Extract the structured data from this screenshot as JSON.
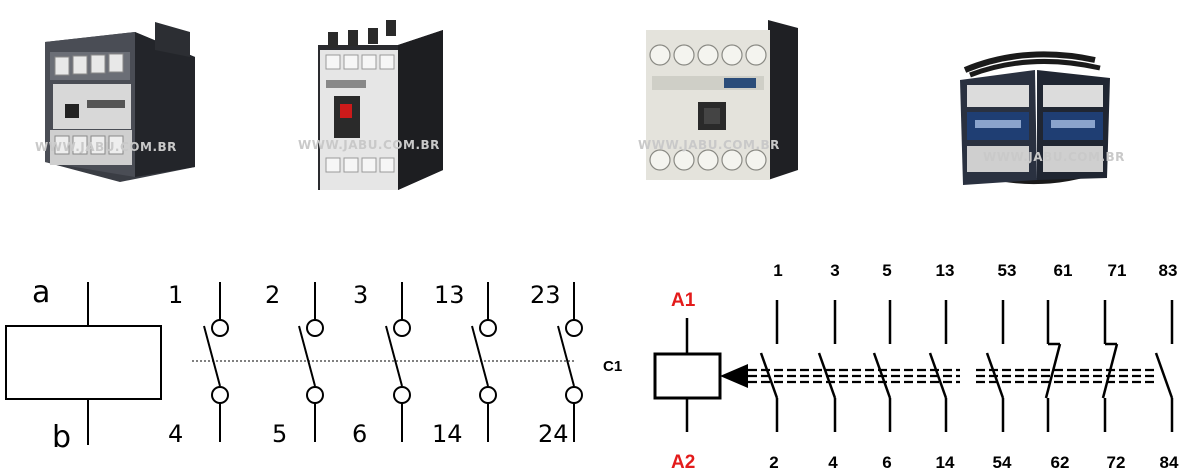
{
  "photos": [
    {
      "name": "contactor-photo-1",
      "watermark": "WWW.JABU.COM.BR"
    },
    {
      "name": "contactor-photo-2",
      "watermark": "WWW.JABU.COM.BR"
    },
    {
      "name": "contactor-photo-3",
      "watermark": "WWW.JABU.COM.BR"
    },
    {
      "name": "contactor-photo-4",
      "watermark": "WWW.JABU.COM.BR"
    }
  ],
  "left_diagram": {
    "coil_top_label": "a",
    "coil_bottom_label": "b",
    "contacts": [
      {
        "top": "1",
        "bottom": "4"
      },
      {
        "top": "2",
        "bottom": "5"
      },
      {
        "top": "3",
        "bottom": "6"
      },
      {
        "top": "13",
        "bottom": "14"
      },
      {
        "top": "23",
        "bottom": "24"
      }
    ]
  },
  "right_diagram": {
    "coil_name": "C1",
    "coil_top": "A1",
    "coil_bottom": "A2",
    "accent_color": "#e31b1b",
    "contacts": [
      {
        "top": "1",
        "bottom": "2",
        "kind": "NO"
      },
      {
        "top": "3",
        "bottom": "4",
        "kind": "NO"
      },
      {
        "top": "5",
        "bottom": "6",
        "kind": "NO"
      },
      {
        "top": "13",
        "bottom": "14",
        "kind": "NO"
      },
      {
        "top": "53",
        "bottom": "54",
        "kind": "NO"
      },
      {
        "top": "61",
        "bottom": "62",
        "kind": "NC"
      },
      {
        "top": "71",
        "bottom": "72",
        "kind": "NC"
      },
      {
        "top": "83",
        "bottom": "84",
        "kind": "NO"
      }
    ]
  }
}
